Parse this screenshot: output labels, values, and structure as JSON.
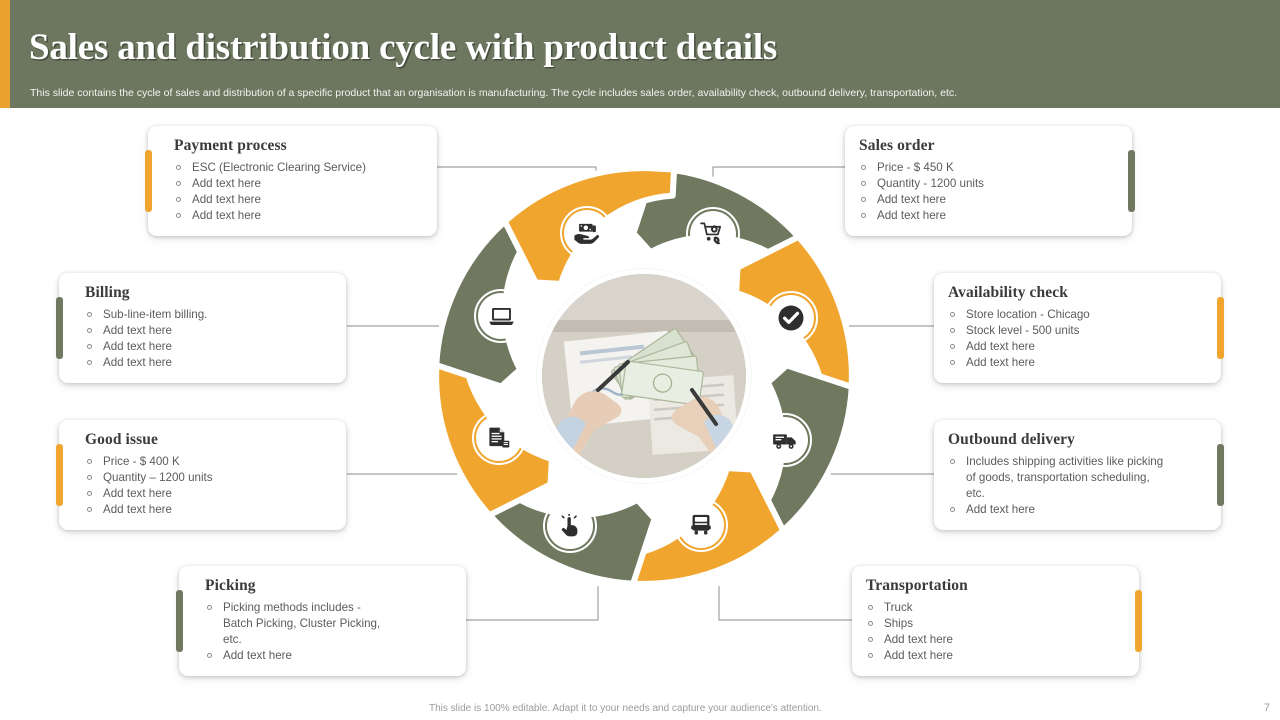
{
  "header": {
    "title": "Sales and distribution cycle with product details",
    "subtitle": "This slide contains the cycle of sales and distribution of a specific product that an organisation is manufacturing. The cycle includes sales order, availability check,  outbound delivery, transportation, etc.",
    "background_color": "#6d7760",
    "accent_color": "#e9a22e"
  },
  "colors": {
    "orange": "#f0a52e",
    "green": "#70795f",
    "white": "#ffffff",
    "title_text": "#3b3b3b",
    "body_text": "#5c5c5c"
  },
  "cards": [
    {
      "id": "payment-process",
      "title": "Payment process",
      "accent": "#f0a52e",
      "accent_side": "left",
      "bullets": [
        "ESC (Electronic Clearing  Service)",
        "Add text here",
        "Add text here",
        "Add text here"
      ]
    },
    {
      "id": "billing",
      "title": "Billing",
      "accent": "#70795f",
      "accent_side": "left",
      "bullets": [
        "Sub-line-item  billing.",
        "Add text here",
        "Add text here",
        "Add text here"
      ]
    },
    {
      "id": "good-issue",
      "title": "Good issue",
      "accent": "#f0a52e",
      "accent_side": "left",
      "bullets": [
        "Price - $ 400 K",
        "Quantity – 1200  units",
        "Add text here",
        "Add text here"
      ]
    },
    {
      "id": "picking",
      "title": "Picking",
      "accent": "#70795f",
      "accent_side": "left",
      "bullets": [
        "Picking methods  includes - Batch Picking, Cluster Picking, etc.",
        "Add text here"
      ]
    },
    {
      "id": "sales-order",
      "title": "Sales order",
      "accent": "#70795f",
      "accent_side": "right",
      "bullets": [
        "Price -  $ 450 K",
        "Quantity -  1200  units",
        "Add text here",
        "Add text here"
      ]
    },
    {
      "id": "availability-check",
      "title": "Availability check",
      "accent": "#f0a52e",
      "accent_side": "right",
      "bullets": [
        "Store location -  Chicago",
        "Stock level  -  500 units",
        "Add text here",
        "Add text here"
      ]
    },
    {
      "id": "outbound-delivery",
      "title": "Outbound delivery",
      "accent": "#70795f",
      "accent_side": "right",
      "bullets": [
        "Includes shipping activities like picking of goods, transportation scheduling, etc.",
        "Add text here"
      ]
    },
    {
      "id": "transportation",
      "title": "Transportation",
      "accent": "#f0a52e",
      "accent_side": "right",
      "bullets": [
        "Truck",
        "Ships",
        "Add text here",
        "Add text here"
      ]
    }
  ],
  "wheel": {
    "segments": [
      {
        "id": "sales-order",
        "color": "#70795f",
        "icon": "shopping-cart-phone-icon"
      },
      {
        "id": "availability-check",
        "color": "#f0a52e",
        "icon": "check-circle-icon"
      },
      {
        "id": "outbound-delivery",
        "color": "#70795f",
        "icon": "delivery-truck-icon"
      },
      {
        "id": "transportation",
        "color": "#f0a52e",
        "icon": "truck-front-icon"
      },
      {
        "id": "picking",
        "color": "#70795f",
        "icon": "hand-click-icon"
      },
      {
        "id": "good-issue",
        "color": "#f0a52e",
        "icon": "documents-icon"
      },
      {
        "id": "billing",
        "color": "#70795f",
        "icon": "laptop-icon"
      },
      {
        "id": "payment-process",
        "color": "#f0a52e",
        "icon": "hand-money-icon"
      }
    ],
    "center_image": "desk-photo-money-charts"
  },
  "footer": {
    "note": "This slide is 100% editable.  Adapt it to your needs and capture your audience's attention.",
    "page_number": "7"
  }
}
